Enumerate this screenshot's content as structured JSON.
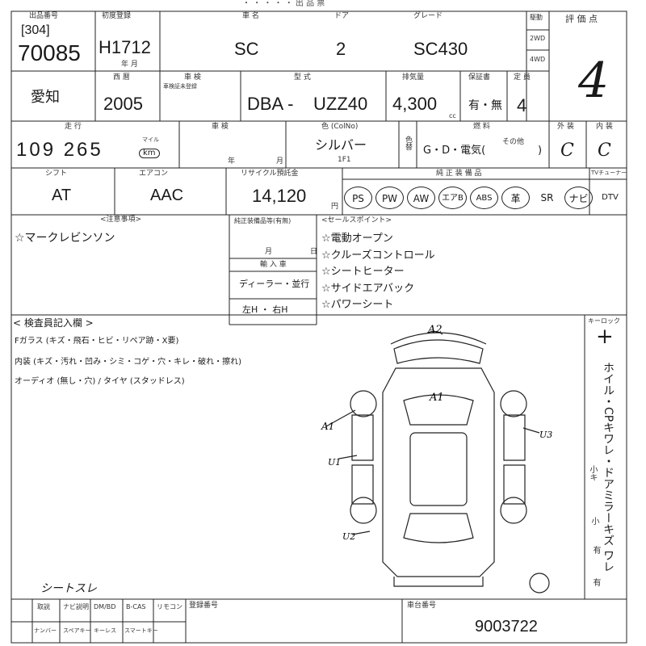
{
  "top_title_fragment": "・ ・ ・ ・ ・ 出 品 票",
  "row1": {
    "lot_label": "出品番号",
    "lot_prefix": "[304]",
    "lot_number": "70085",
    "first_reg_label": "初度登録",
    "first_reg_value": "H1712",
    "first_reg_suffix": "年 月",
    "name_label": "車 名",
    "name_value": "SC",
    "door_label": "ドア",
    "door_value": "2",
    "grade_label": "グレード",
    "grade_value": "SC430",
    "drive_label": "駆動",
    "drive_2wd": "2WD",
    "drive_4wd": "4WD",
    "score_label": "評 価 点",
    "score_value": "4"
  },
  "row2": {
    "region_value": "愛知",
    "year_label": "西 暦",
    "year_value": "2005",
    "inspection_label": "車 検",
    "inspection_sub": "車検証未登録",
    "model_label": "型 式",
    "model_prefix": "DBA -",
    "model_value": "UZZ40",
    "displacement_label": "排気量",
    "displacement_value": "4,300",
    "displacement_unit": "cc",
    "warranty_label": "保証書",
    "warranty_value": "有・無",
    "capacity_label": "定 員",
    "capacity_value": "4"
  },
  "row3": {
    "mileage_label": "走 行",
    "mileage_value": "109 265",
    "mileage_mile": "マイル",
    "mileage_km": "km",
    "shaken_label": "車 検",
    "shaken_year": "年",
    "shaken_month": "月",
    "color_label": "色 (ColNo)",
    "color_value": "シルバー",
    "color_no": "1F1",
    "color_change_label": "色替",
    "fuel_label": "燃 料",
    "fuel_value": "G・D・電気(",
    "fuel_other": "その他",
    "fuel_close": ")",
    "exterior_label": "外 装",
    "exterior_value": "C",
    "interior_label": "内 装",
    "interior_value": "C"
  },
  "row4": {
    "shift_label": "シフト",
    "shift_value": "AT",
    "ac_label": "エアコン",
    "ac_value": "AAC",
    "recycle_label": "リサイクル預託金",
    "recycle_value": "14,120",
    "recycle_unit": "円",
    "equipment_label": "純 正 装 備 品",
    "equipment": [
      "PS",
      "PW",
      "AW",
      "エアB",
      "ABS",
      "革",
      "SR",
      "ナビ",
      "DTV"
    ],
    "equipment_circled": [
      true,
      true,
      true,
      true,
      true,
      true,
      false,
      true,
      false
    ],
    "tv_label": "TVチューナー"
  },
  "notes": {
    "notes_label": "<注意事項>",
    "notes_value": "☆マークレビンソン",
    "recall_label": "純正装備品等(有無)",
    "month_label": "月",
    "day_label": "日",
    "import_label": "輸 入 車",
    "dealer_label": "ディーラー・並行",
    "steering_label": "左H ・ 右H",
    "sales_label": "<セールスポイント>",
    "sales_points": [
      "☆電動オープン",
      "☆クルーズコントロール",
      "☆シートヒーター",
      "☆サイドエアバック",
      "☆パワーシート"
    ]
  },
  "inspection": {
    "label": "< 検査員記入欄 >",
    "glass": "Fガラス (キズ・飛石・ヒビ・リペア跡・X要)",
    "interior": "内装 (キズ・汚れ・凹み・シミ・コゲ・穴・キレ・破れ・擦れ)",
    "audio": "オーディオ (無し・穴) / タイヤ (スタッドレス)",
    "annotations": [
      "A2",
      "A1",
      "A1",
      "U1",
      "U3",
      "U2"
    ],
    "bottom_note": "シートスレ"
  },
  "side": {
    "tilock_label": "キーロック",
    "side_text": "ホイル・CPキワレ・ドアミラーキズ ワレ",
    "side_small": "小キ",
    "side_note_1": "小",
    "side_note_2": "有",
    "side_note_3": "有"
  },
  "bottom": {
    "cells_top": [
      "取説",
      "ナビ説明",
      "DM/BD",
      "B-CAS",
      "リモコン"
    ],
    "cells_bottom": [
      "ナンバー",
      "スペアキー",
      "キーレス",
      "スマートキー"
    ],
    "reg_label": "登録番号",
    "chassis_label": "車台番号",
    "chassis_value": "9003722"
  }
}
